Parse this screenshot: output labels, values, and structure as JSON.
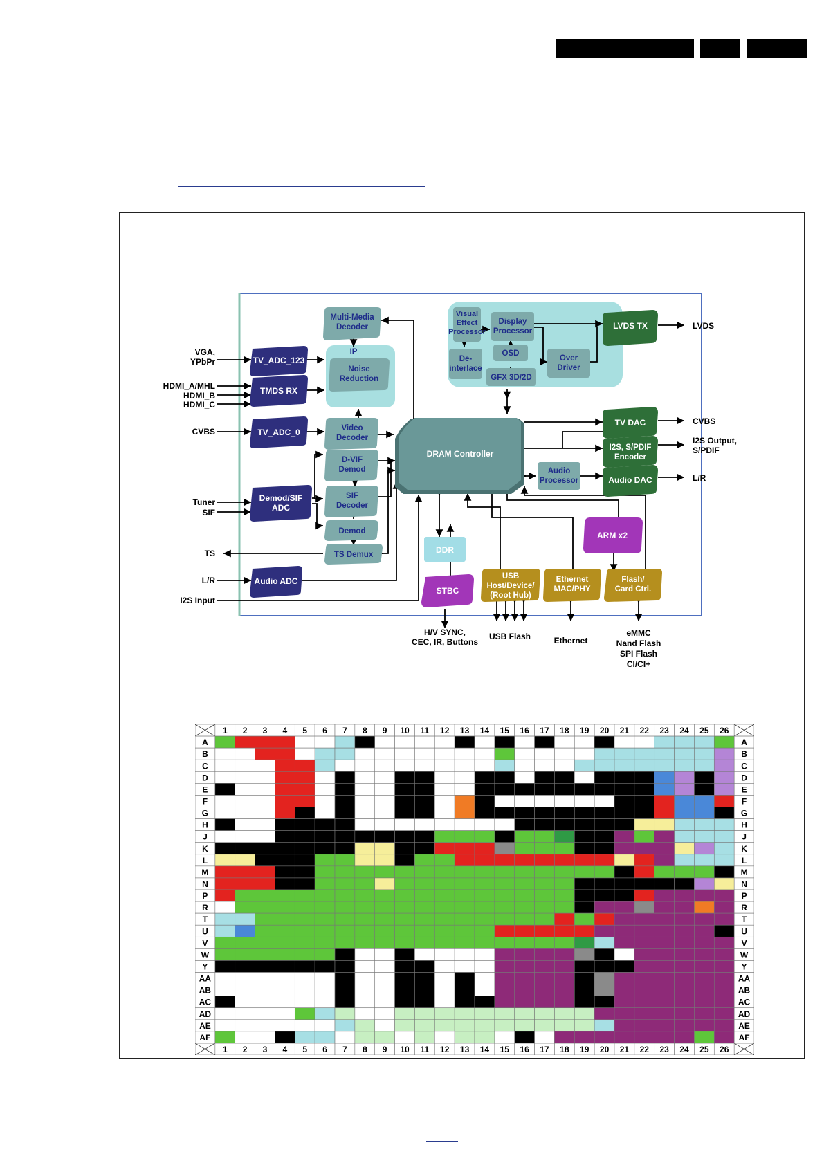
{
  "blocks": {
    "tv_adc_123": "TV_ADC_123",
    "tmds_rx": "TMDS RX",
    "tv_adc_0": "TV_ADC_0",
    "demod_sif_adc": [
      "Demod/SIF",
      "ADC"
    ],
    "audio_adc": "Audio ADC",
    "mm_decoder": [
      "Multi-Media",
      "Decoder"
    ],
    "ip_label": "IP",
    "noise_reduction": [
      "Noise",
      "Reduction"
    ],
    "video_decoder": [
      "Video",
      "Decoder"
    ],
    "dvif_demod": [
      "D-VIF",
      "Demod"
    ],
    "sif_decoder": [
      "SIF",
      "Decoder"
    ],
    "demod": "Demod",
    "ts_demux": "TS Demux",
    "dram_controller": "DRAM Controller",
    "ddr": "DDR",
    "stbc": "STBC",
    "usb_host": [
      "USB",
      "Host/Device/",
      "(Root Hub)"
    ],
    "ethernet_mac": [
      "Ethernet",
      "MAC/PHY"
    ],
    "flash_card": [
      "Flash/",
      "Card Ctrl."
    ],
    "arm": "ARM x2",
    "visual_effect": [
      "Visual",
      "Effect",
      "Processor"
    ],
    "display_processor": [
      "Display",
      "Processor"
    ],
    "deinterlace": [
      "De-",
      "interlace"
    ],
    "osd": "OSD",
    "gfx": "GFX 3D/2D",
    "over_driver": [
      "Over",
      "Driver"
    ],
    "lvds_tx": "LVDS TX",
    "tv_dac": "TV DAC",
    "i2s_encoder": [
      "I2S, S/PDIF",
      "Encoder"
    ],
    "audio_dac": "Audio DAC",
    "audio_processor": [
      "Audio",
      "Processor"
    ]
  },
  "labels": {
    "vga": [
      "VGA,",
      "YPbPr"
    ],
    "hdmi": [
      "HDMI_A/MHL",
      "HDMI_B",
      "HDMI_C"
    ],
    "cvbs_in": "CVBS",
    "tuner": [
      "Tuner",
      "SIF"
    ],
    "ts": "TS",
    "lr_in": "L/R",
    "i2s_input": "I2S Input",
    "lvds": "LVDS",
    "cvbs_out": "CVBS",
    "i2s_output": [
      "I2S Output,",
      "S/PDIF"
    ],
    "lr_out": "L/R",
    "hv_sync": [
      "H/V SYNC,",
      "CEC, IR, Buttons"
    ],
    "usb_flash": "USB Flash",
    "ethernet": "Ethernet",
    "emmc": [
      "eMMC",
      "Nand Flash",
      "SPI Flash",
      "CI/CI+"
    ]
  },
  "pinmap": {
    "columns": [
      "1",
      "2",
      "3",
      "4",
      "5",
      "6",
      "7",
      "8",
      "9",
      "10",
      "11",
      "12",
      "13",
      "14",
      "15",
      "16",
      "17",
      "18",
      "19",
      "20",
      "21",
      "22",
      "23",
      "24",
      "25",
      "26"
    ],
    "rows": [
      "A",
      "B",
      "C",
      "D",
      "E",
      "F",
      "G",
      "H",
      "J",
      "K",
      "L",
      "M",
      "N",
      "P",
      "R",
      "T",
      "U",
      "V",
      "W",
      "Y",
      "AA",
      "AB",
      "AC",
      "AD",
      "AE",
      "AF"
    ],
    "cell_codes": [
      "gRRRwwcKwwwwKwKwKwwKwwcccg",
      "wwRRwccwwwwwwwgwwwwccccccv",
      "wwwRRcwwwwwwwwcwwwcccccccv",
      "wwwRRwKwwKKwwKKwKKwKKKbvKv",
      "KwwRRwKwwKKwwKKKKKKKKKbvKv",
      "wwwRRwKwwKKwoKwwwwwwKKRbbR",
      "wwwRKwKwwKKwoKKKKKKKKKRbbK",
      "KwwKKKKwwwwwwwwKKKKKKyyccc",
      "wwwKKKKKKKKgggKggGKKmgmccc",
      "KKKKKKKyyKKRRRsgggKKmmmyvc",
      "yyKKKggyyKggRRRRRRRRyRmccc",
      "RRRKKgggggggggggggggKRgggK",
      "RRRKKgggygggggggggKKKKKKvy",
      "RgggggggggggggggggKKKRmmmm",
      "wgggggggggggggggggKmmsmmom",
      "ccgggggggggggggggRgRmmmmmm",
      "cbggggggggggggRRRRRmmmmmmK",
      "ggggggggggggggggggGcmmmmmm",
      "ggggggKwwKwwwwmmmmsKwmmmmm",
      "KKKKKKKwwKKwwwmmmmKKKmmmmm",
      "wwwwwwKwwKKwKwmmmmKsmmmmmm",
      "wwwwwwKwwKKwKwmmmmKsmmmmmm",
      "KwwwwwKwwKKwKKmmmmKKmmmmmm",
      "wwwwgclwwllllllllllmmmmmmm",
      "wwwwwwclwllllllllllcmmmmmm",
      "gwwKccwllwlwllwKwmmmmmmmgm"
    ],
    "cell_colors": {
      "w": "#ffffff",
      "K": "#000000",
      "g": "#5ec63a",
      "G": "#2f9a45",
      "R": "#e3231f",
      "c": "#a7dfe4",
      "l": "#c7efc2",
      "m": "#8e2a78",
      "y": "#f6ee9a",
      "b": "#4a88d8",
      "v": "#b485d6",
      "o": "#f07b25",
      "s": "#8a8a8a"
    },
    "header_bg": "#ffffff",
    "corner_mark": "X"
  },
  "colors": {
    "navy_block": "#2e2f7d",
    "green_block": "#2e6f38",
    "gold_block": "#b58f1e",
    "purple_block": "#a236b8",
    "teal_block": "#7eaaaa",
    "dram_block": "#6a9898",
    "cyan_panel": "#a8dfe0",
    "ddr_block": "#a2dde6",
    "frame_border": "#4e6fbf",
    "link_line": "#2a3c8f"
  }
}
